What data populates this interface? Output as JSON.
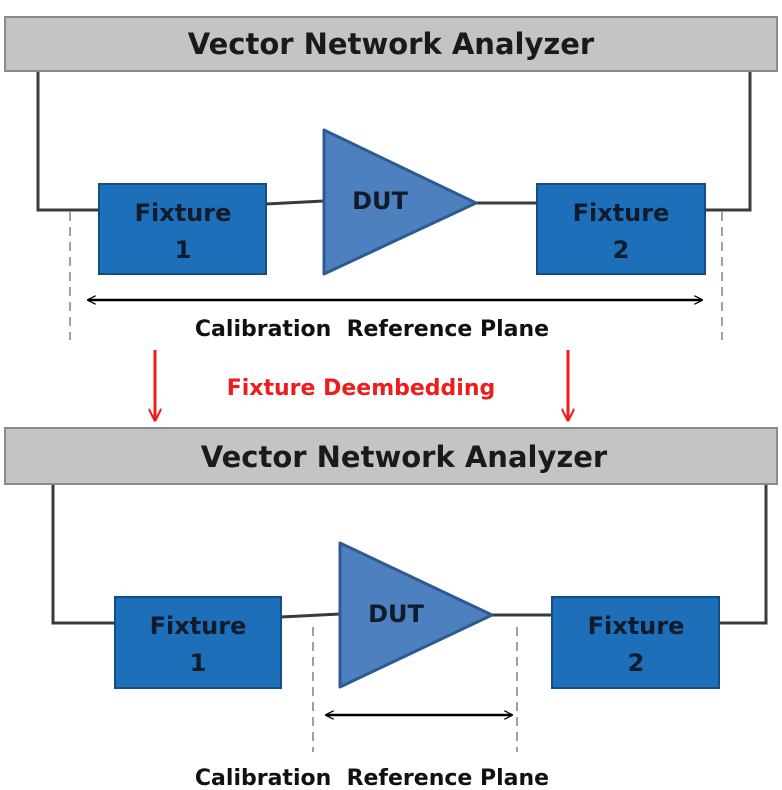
{
  "colors": {
    "analyzer_bar": "#c4c4c4",
    "fixture": "#1c6fb8",
    "dut": "#4e7fbf",
    "transform_arrow": "#ee1c1c"
  },
  "top": {
    "analyzer_label": "Vector Network Analyzer",
    "fixture1": {
      "line1": "Fixture",
      "line2": "1"
    },
    "dut_label": "DUT",
    "fixture2": {
      "line1": "Fixture",
      "line2": "2"
    },
    "reference_label": "Calibration  Reference Plane"
  },
  "transition": {
    "label": "Fixture Deembedding"
  },
  "bottom": {
    "analyzer_label": "Vector Network Analyzer",
    "fixture1": {
      "line1": "Fixture",
      "line2": "1"
    },
    "dut_label": "DUT",
    "fixture2": {
      "line1": "Fixture",
      "line2": "2"
    },
    "reference_label": "Calibration  Reference Plane"
  }
}
